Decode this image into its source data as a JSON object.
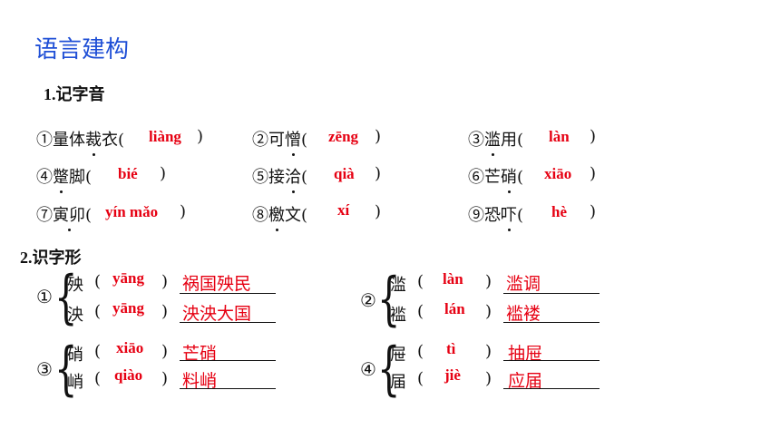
{
  "title": "语言建构",
  "section1": {
    "heading": "1.记字音",
    "items": [
      {
        "pre": "①量体",
        "dot": "裁",
        "post": "衣(",
        "answer": "liàng",
        "close": ")"
      },
      {
        "pre": "②可",
        "dot": "憎",
        "post": "(",
        "answer": "zēng",
        "close": ")"
      },
      {
        "pre": "③",
        "dot": "滥",
        "post": "用(",
        "answer": "làn",
        "close": ")"
      },
      {
        "pre": "④",
        "dot": "蹩",
        "post": "脚(",
        "answer": "bié",
        "close": ")"
      },
      {
        "pre": "⑤接",
        "dot": "洽",
        "post": "(",
        "answer": "qià",
        "close": ")"
      },
      {
        "pre": "⑥芒",
        "dot": "硝",
        "post": "(",
        "answer": "xiāo",
        "close": ")"
      },
      {
        "pre": "⑦",
        "dot": "寅卯",
        "post": "(",
        "answer": "yín mǎo",
        "close": ")"
      },
      {
        "pre": "⑧",
        "dot": "檄",
        "post": "文(",
        "answer": "xí",
        "close": ")"
      },
      {
        "pre": "⑨恐",
        "dot": "吓",
        "post": "(",
        "answer": "hè",
        "close": ")"
      }
    ]
  },
  "section2": {
    "heading": "2.识字形",
    "groups": [
      {
        "num": "①",
        "rows": [
          {
            "char": "殃",
            "pinyin": "yāng",
            "word": "祸国殃民"
          },
          {
            "char": "泱",
            "pinyin": "yāng",
            "word": "泱泱大国"
          }
        ]
      },
      {
        "num": "②",
        "rows": [
          {
            "char": "滥",
            "pinyin": "làn",
            "word": "滥调"
          },
          {
            "char": "褴",
            "pinyin": "lán",
            "word": "褴褛"
          }
        ]
      },
      {
        "num": "③",
        "rows": [
          {
            "char": "硝",
            "pinyin": "xiāo",
            "word": "芒硝"
          },
          {
            "char": "峭",
            "pinyin": "qiào",
            "word": "料峭"
          }
        ]
      },
      {
        "num": "④",
        "rows": [
          {
            "char": "屉",
            "pinyin": "tì",
            "word": "抽屉"
          },
          {
            "char": "届",
            "pinyin": "jiè",
            "word": "应届"
          }
        ]
      }
    ],
    "open_paren": "(",
    "close_paren": ")"
  }
}
